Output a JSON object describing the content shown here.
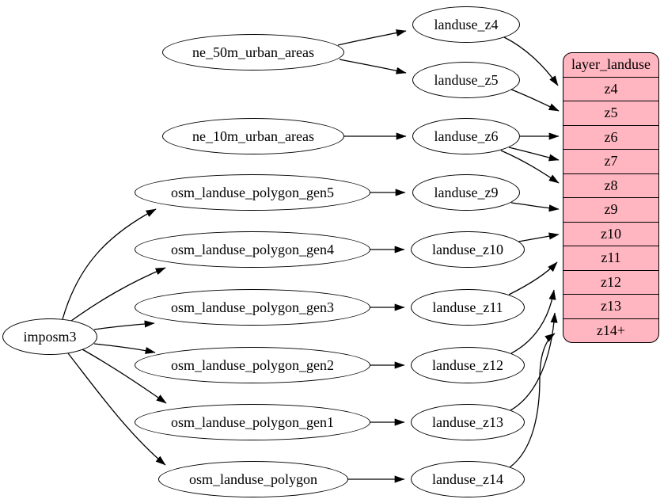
{
  "colors": {
    "background": "#ffffff",
    "table_fill": "#ffb6c1",
    "stroke": "#000000"
  },
  "nodes": {
    "imposm3": "imposm3",
    "ne_50m_urban_areas": "ne_50m_urban_areas",
    "ne_10m_urban_areas": "ne_10m_urban_areas",
    "osm_landuse_polygon_gen5": "osm_landuse_polygon_gen5",
    "osm_landuse_polygon_gen4": "osm_landuse_polygon_gen4",
    "osm_landuse_polygon_gen3": "osm_landuse_polygon_gen3",
    "osm_landuse_polygon_gen2": "osm_landuse_polygon_gen2",
    "osm_landuse_polygon_gen1": "osm_landuse_polygon_gen1",
    "osm_landuse_polygon": "osm_landuse_polygon",
    "landuse_z4": "landuse_z4",
    "landuse_z5": "landuse_z5",
    "landuse_z6": "landuse_z6",
    "landuse_z9": "landuse_z9",
    "landuse_z10": "landuse_z10",
    "landuse_z11": "landuse_z11",
    "landuse_z12": "landuse_z12",
    "landuse_z13": "landuse_z13",
    "landuse_z14": "landuse_z14"
  },
  "table": {
    "title": "layer_landuse",
    "rows": [
      "z4",
      "z5",
      "z6",
      "z7",
      "z8",
      "z9",
      "z10",
      "z11",
      "z12",
      "z13",
      "z14+"
    ]
  },
  "edges": [
    {
      "from": "imposm3",
      "to": "osm_landuse_polygon_gen5"
    },
    {
      "from": "imposm3",
      "to": "osm_landuse_polygon_gen4"
    },
    {
      "from": "imposm3",
      "to": "osm_landuse_polygon_gen3"
    },
    {
      "from": "imposm3",
      "to": "osm_landuse_polygon_gen2"
    },
    {
      "from": "imposm3",
      "to": "osm_landuse_polygon_gen1"
    },
    {
      "from": "imposm3",
      "to": "osm_landuse_polygon"
    },
    {
      "from": "ne_50m_urban_areas",
      "to": "landuse_z4"
    },
    {
      "from": "ne_50m_urban_areas",
      "to": "landuse_z5"
    },
    {
      "from": "ne_10m_urban_areas",
      "to": "landuse_z6"
    },
    {
      "from": "osm_landuse_polygon_gen5",
      "to": "landuse_z9"
    },
    {
      "from": "osm_landuse_polygon_gen4",
      "to": "landuse_z10"
    },
    {
      "from": "osm_landuse_polygon_gen3",
      "to": "landuse_z11"
    },
    {
      "from": "osm_landuse_polygon_gen2",
      "to": "landuse_z12"
    },
    {
      "from": "osm_landuse_polygon_gen1",
      "to": "landuse_z13"
    },
    {
      "from": "osm_landuse_polygon",
      "to": "landuse_z14"
    },
    {
      "from": "landuse_z4",
      "to": "layer_landuse.z4"
    },
    {
      "from": "landuse_z5",
      "to": "layer_landuse.z5"
    },
    {
      "from": "landuse_z6",
      "to": "layer_landuse.z6"
    },
    {
      "from": "landuse_z6",
      "to": "layer_landuse.z7"
    },
    {
      "from": "landuse_z6",
      "to": "layer_landuse.z8"
    },
    {
      "from": "landuse_z9",
      "to": "layer_landuse.z9"
    },
    {
      "from": "landuse_z10",
      "to": "layer_landuse.z10"
    },
    {
      "from": "landuse_z11",
      "to": "layer_landuse.z11"
    },
    {
      "from": "landuse_z12",
      "to": "layer_landuse.z12"
    },
    {
      "from": "landuse_z13",
      "to": "layer_landuse.z13"
    },
    {
      "from": "landuse_z14",
      "to": "layer_landuse.z14+"
    }
  ]
}
